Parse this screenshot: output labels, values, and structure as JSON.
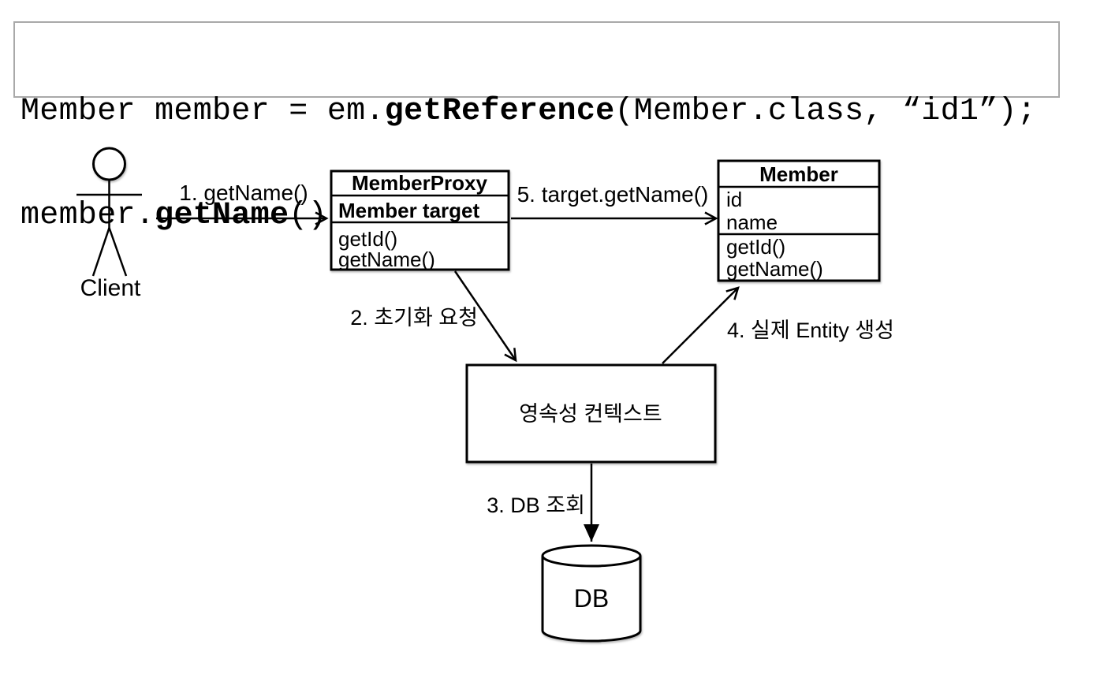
{
  "code_snippet": {
    "line1_pre": "Member member = em.",
    "line1_bold": "getReference",
    "line1_post": "(Member.class, “id1”);",
    "line2_pre": "member.",
    "line2_bold": "getName",
    "line2_post": "();"
  },
  "diagram": {
    "actor": {
      "label": "Client"
    },
    "proxy_class": {
      "title": "MemberProxy",
      "field": "Member target",
      "methods": [
        "getId()",
        "getName()"
      ]
    },
    "member_class": {
      "title": "Member",
      "attributes": [
        "id",
        "name"
      ],
      "methods": [
        "getId()",
        "getName()"
      ]
    },
    "persistence_context": {
      "label": "영속성 컨텍스트"
    },
    "database": {
      "label": "DB"
    },
    "arrows": [
      {
        "label": "1. getName()"
      },
      {
        "label": "2. 초기화 요청"
      },
      {
        "label": "3. DB 조회"
      },
      {
        "label": "4. 실제 Entity 생성"
      },
      {
        "label": "5. target.getName()"
      }
    ],
    "colors": {
      "stroke": "#000000",
      "code_border": "#a9a9a9",
      "background": "#ffffff"
    }
  }
}
